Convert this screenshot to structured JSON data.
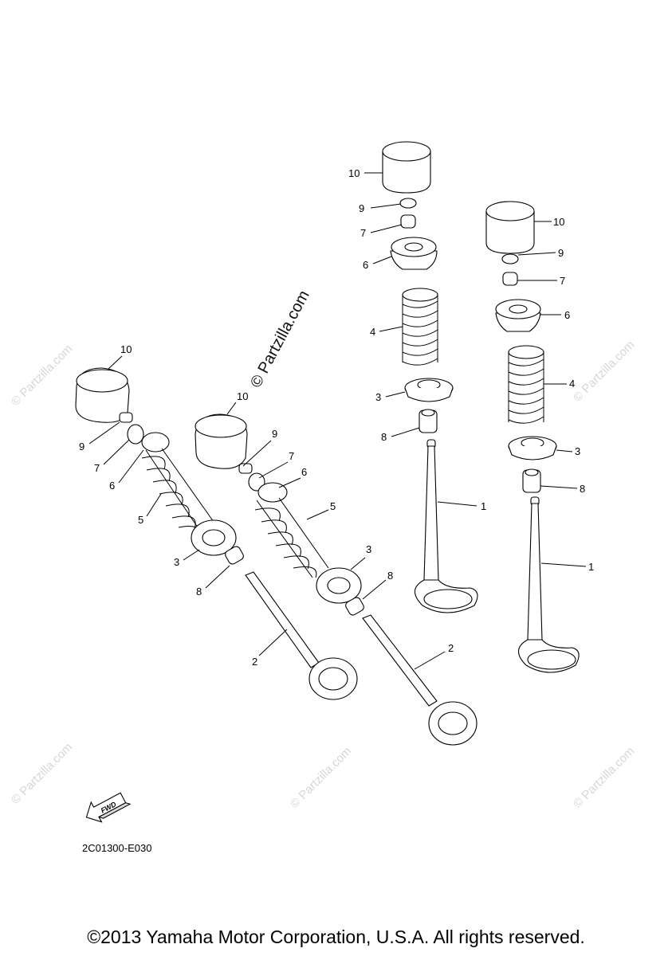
{
  "watermark": {
    "text": "© Partzilla.com",
    "faint_text": "© Partzilla.com"
  },
  "fwd_label": "FWD",
  "diagram_code": "2C01300-E030",
  "copyright": "©2013 Yamaha Motor Corporation, U.S.A. All rights reserved.",
  "callouts": {
    "n1": "1",
    "n2": "2",
    "n3": "3",
    "n4": "4",
    "n5": "5",
    "n6": "6",
    "n7": "7",
    "n8": "8",
    "n9": "9",
    "n10": "10"
  },
  "colors": {
    "ink": "#000000",
    "watermark_faint": "#d6d6d6",
    "shade": "#d9d9d9"
  }
}
